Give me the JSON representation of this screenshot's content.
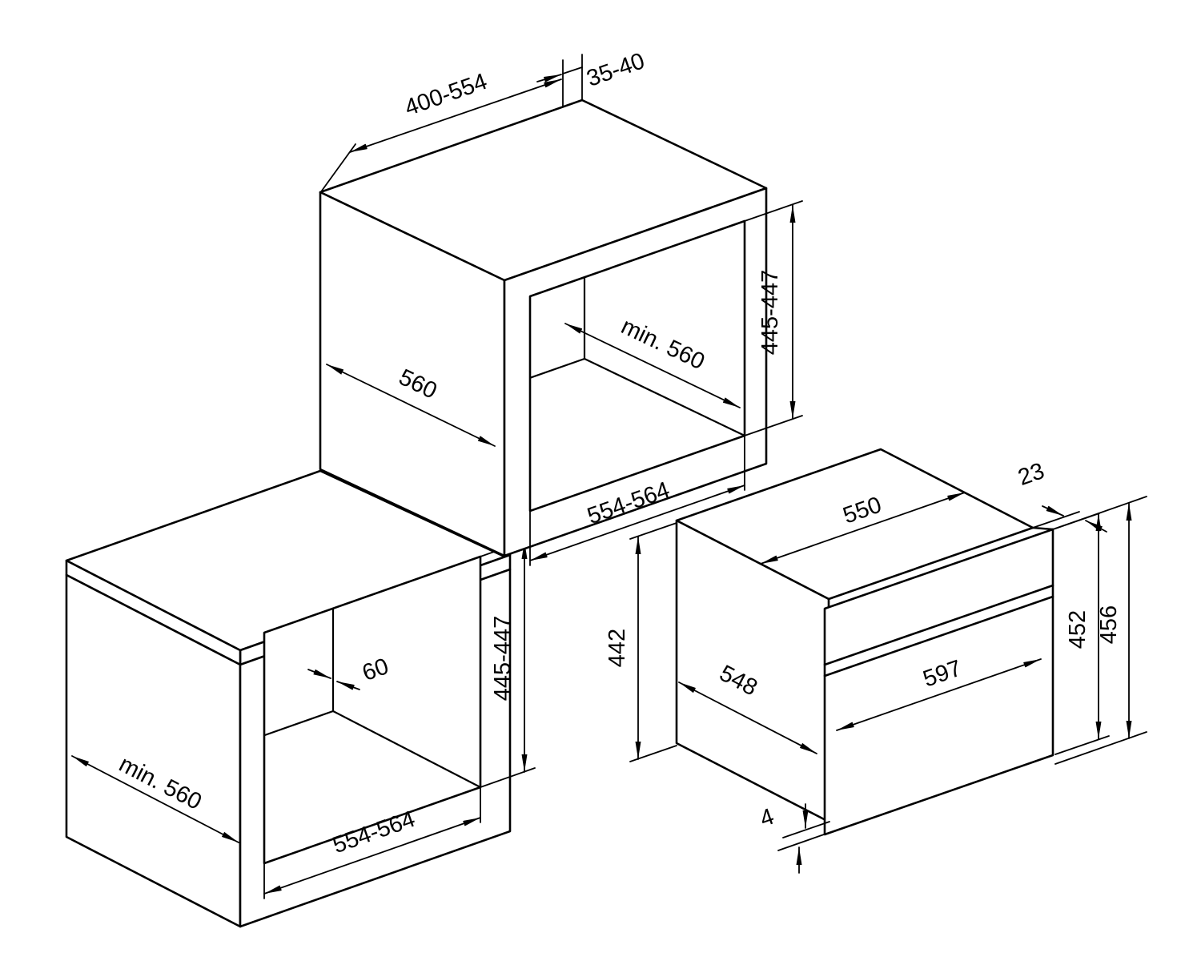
{
  "figure": {
    "background": "#ffffff",
    "line_color": "#000000",
    "type": "appliance-installation-drawing"
  },
  "labels": {
    "upper_cabinet": {
      "top_width": "400-554",
      "rear_gap": "35-40",
      "side_depth": "560",
      "niche_depth": "min. 560",
      "niche_height": "445-447",
      "niche_width": "554-564"
    },
    "base_cabinet": {
      "side_depth": "min. 560",
      "rear_clearance": "60",
      "niche_height": "445-447",
      "niche_width": "554-564"
    },
    "oven": {
      "top_width": "550",
      "frame_overhang": "23",
      "body_height": "442",
      "body_depth": "548",
      "front_width": "597",
      "height_to_frame": "452",
      "overall_height": "456",
      "bottom_clearance": "4"
    }
  }
}
